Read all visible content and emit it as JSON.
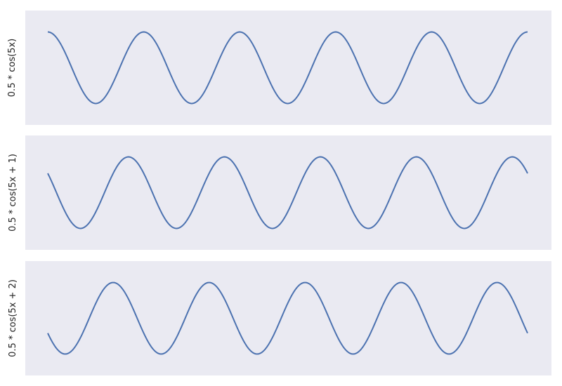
{
  "chart_data": [
    {
      "type": "line",
      "ylabel": "0.5 * cos(5x)",
      "amplitude": 0.5,
      "frequency": 5,
      "phase": 0,
      "x_range": [
        0,
        6.2832
      ],
      "ylim": [
        -0.8,
        0.8
      ],
      "grid": false,
      "background": "#eaeaf2",
      "line_color": "#4c72b0"
    },
    {
      "type": "line",
      "ylabel": "0.5 * cos(5x + 1)",
      "amplitude": 0.5,
      "frequency": 5,
      "phase": 1,
      "x_range": [
        0,
        6.2832
      ],
      "ylim": [
        -0.8,
        0.8
      ],
      "grid": false,
      "background": "#eaeaf2",
      "line_color": "#4c72b0"
    },
    {
      "type": "line",
      "ylabel": "0.5 * cos(5x + 2)",
      "amplitude": 0.5,
      "frequency": 5,
      "phase": 2,
      "x_range": [
        0,
        6.2832
      ],
      "ylim": [
        -0.8,
        0.8
      ],
      "grid": false,
      "background": "#eaeaf2",
      "line_color": "#4c72b0"
    }
  ]
}
